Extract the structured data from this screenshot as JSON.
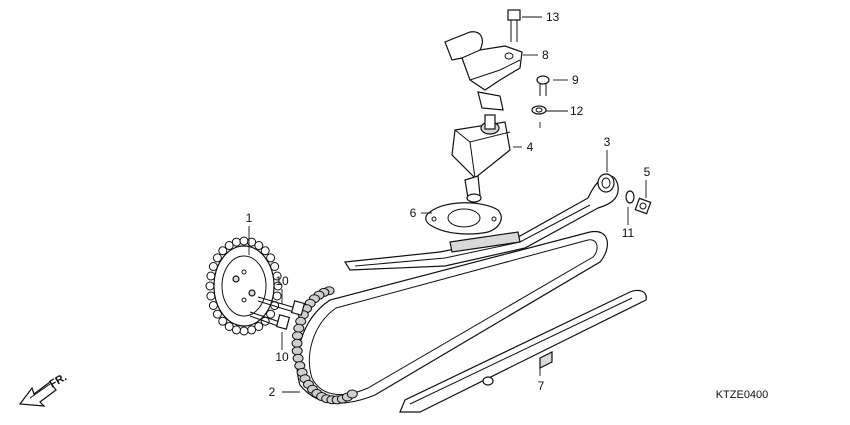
{
  "diagram": {
    "code": "KTZE0400",
    "front_marker": "FR.",
    "callouts": {
      "c1": "1",
      "c2": "2",
      "c3": "3",
      "c4": "4",
      "c5": "5",
      "c6": "6",
      "c7": "7",
      "c8": "8",
      "c9": "9",
      "c10a": "10",
      "c10b": "10",
      "c11": "11",
      "c12": "12",
      "c13": "13"
    }
  }
}
